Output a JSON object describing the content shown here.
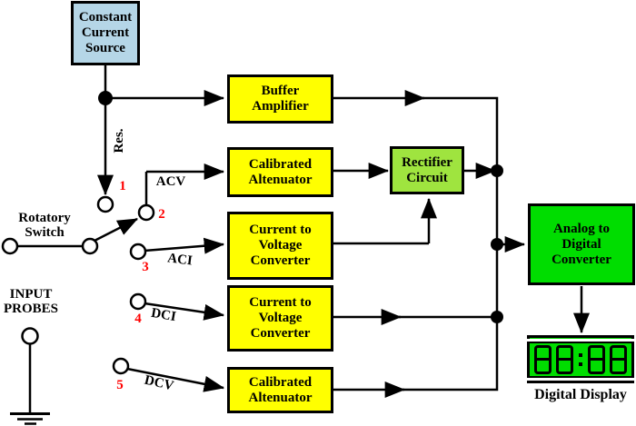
{
  "blocks": {
    "constant_current_source": "Constant\nCurrent\nSource",
    "buffer_amplifier": "Buffer\nAmplifier",
    "calibrated_attenuator_acv": "Calibrated\nAltenuator",
    "current_to_voltage_converter_aci": "Current to\nVoltage\nConverter",
    "current_to_voltage_converter_dci": "Current to\nVoltage\nConverter",
    "calibrated_attenuator_dcv": "Calibrated\nAltenuator",
    "rectifier_circuit": "Rectifier\nCircuit",
    "analog_to_digital_converter": "Analog to\nDigital\nConverter"
  },
  "switch": {
    "label": "Rotatory\nSwitch",
    "position_numbers": [
      "1",
      "2",
      "3",
      "4",
      "5"
    ],
    "signals": {
      "res": "Res.",
      "acv": "ACV",
      "aci": "ACI",
      "dci": "DCI",
      "dcv": "DCV"
    }
  },
  "input_probes_label": "INPUT\nPROBES",
  "display": {
    "caption": "Digital Display",
    "value": "88:88"
  },
  "colors": {
    "block_yellow": "#ffff00",
    "source_blue": "#b5d6e7",
    "rectifier_green": "#9fe43f",
    "bright_green": "#00dd00",
    "wire_black": "#000000",
    "number_red": "#ff0000"
  }
}
